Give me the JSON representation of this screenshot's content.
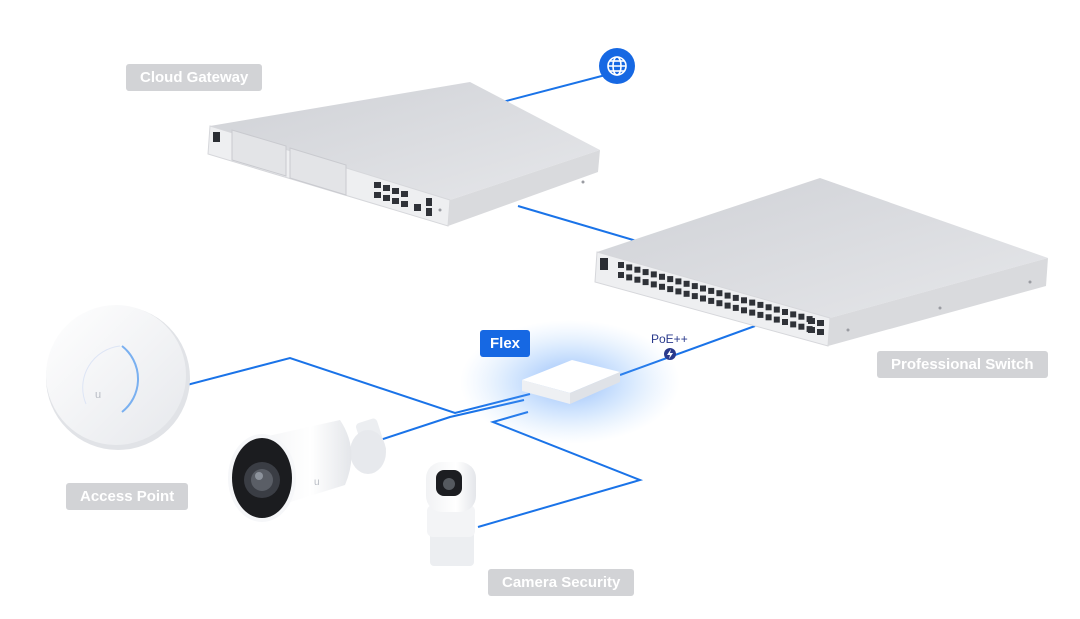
{
  "labels": {
    "cloud_gateway": "Cloud Gateway",
    "professional_switch": "Professional Switch",
    "flex": "Flex",
    "access_point": "Access Point",
    "camera_security": "Camera Security",
    "poe": "PoE++"
  },
  "icons": {
    "internet": "globe-icon",
    "power": "lightning-icon"
  },
  "colors": {
    "cable": "#1a73e8",
    "accent": "#1668e3",
    "label_bg": "#d2d3d6",
    "device_body": "#e4e5e9",
    "flex_glow": "#3b82f6"
  }
}
